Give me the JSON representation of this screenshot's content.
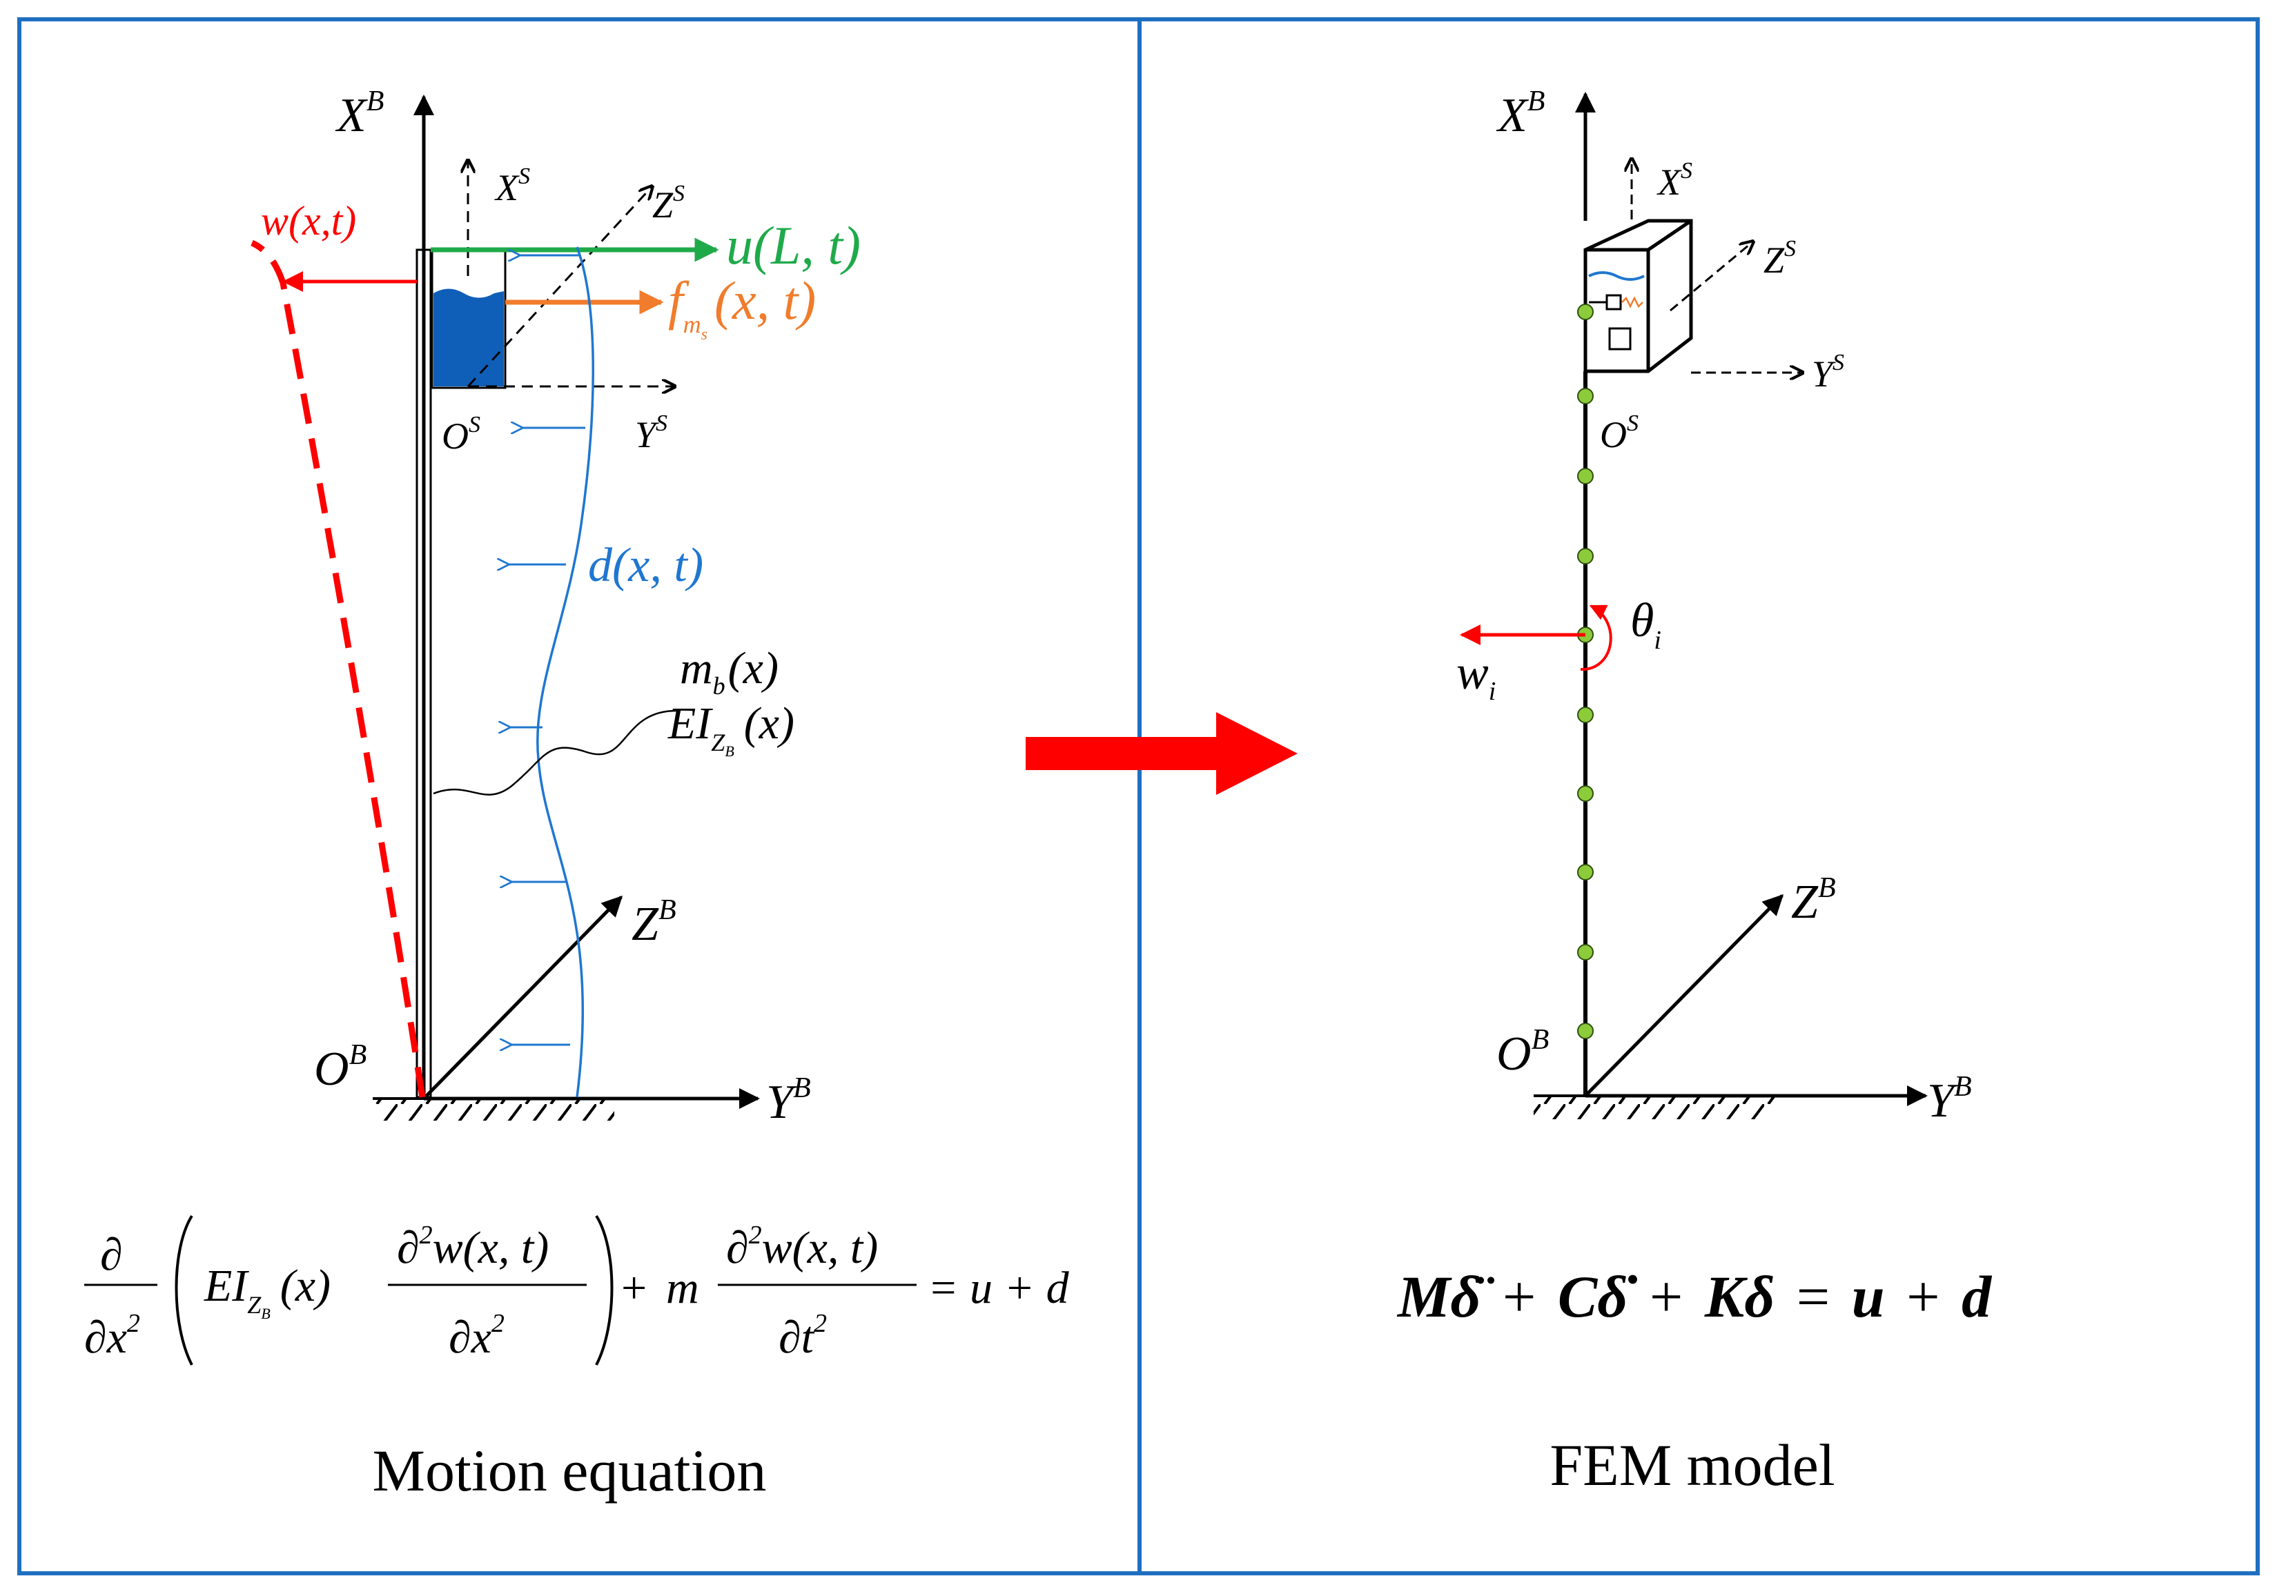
{
  "left_panel": {
    "caption": "Motion equation",
    "labels": {
      "xb": "X",
      "xb_sup": "B",
      "xs": "X",
      "xs_sup": "S",
      "zs": "Z",
      "zs_sup": "S",
      "ys": "Y",
      "ys_sup": "S",
      "os": "O",
      "os_sup": "S",
      "ob": "O",
      "ob_sup": "B",
      "yb": "Y",
      "yb_sup": "B",
      "zb": "Z",
      "zb_sup": "B",
      "w_xt": "w(x,t)",
      "u_lt": "u(L, t)",
      "f_ms": "f",
      "f_ms_sub": "m",
      "f_ms_subsub": "s",
      "f_ms_args": "(x, t)",
      "d_xt": "d(x, t)",
      "mb": "m",
      "mb_sub": "b",
      "mb_args": "(x)",
      "ei": "EI",
      "ei_sub": "Z",
      "ei_subsub": "B",
      "ei_args": "(x)"
    },
    "equation": {
      "d": "∂",
      "dx2": "∂x",
      "sq": "2",
      "ei": "EI",
      "ei_sub": "Z",
      "ei_subsub": "B",
      "ei_args": "(x)",
      "d2": "∂",
      "w_args": "w(x, t)",
      "m": "m",
      "dt2": "∂t",
      "plus": "+",
      "rhs": "= u + d"
    }
  },
  "right_panel": {
    "caption": "FEM model",
    "labels": {
      "xb": "X",
      "xb_sup": "B",
      "xs": "X",
      "xs_sup": "S",
      "zs": "Z",
      "zs_sup": "S",
      "ys": "Y",
      "ys_sup": "S",
      "os": "O",
      "os_sup": "S",
      "ob": "O",
      "ob_sup": "B",
      "yb": "Y",
      "yb_sup": "B",
      "zb": "Z",
      "zb_sup": "B",
      "theta": "θ",
      "theta_sub": "i",
      "w": "w",
      "w_sub": "i"
    },
    "equation": {
      "M": "M",
      "delta1": "δ̈",
      "plus1": "+",
      "C": "C",
      "delta2": "δ̇",
      "plus2": "+",
      "K": "K",
      "delta3": "δ",
      "eq": "=",
      "u": "u",
      "plus3": "+",
      "d": "d"
    }
  },
  "colors": {
    "frame": "#1f6fc0",
    "red": "#ff0000",
    "green": "#1faa4a",
    "orange": "#f07c2c",
    "blue": "#1f77d0",
    "water": "#0f5fb8",
    "node": "#8ccb3a"
  }
}
